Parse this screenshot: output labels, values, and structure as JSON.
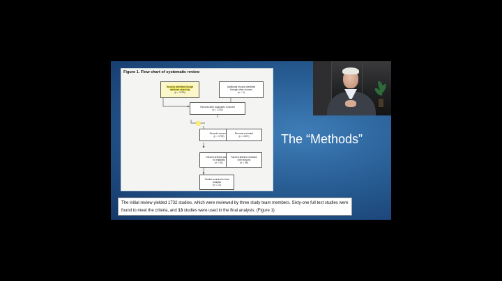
{
  "slide": {
    "figure_title": "Figure 1. Flow chart of systematic review",
    "flowchart": {
      "database_records": [
        "Records identified through",
        "database searching",
        "(n = 1730)"
      ],
      "other_records": [
        "Additional records identified",
        "through other sources",
        "(n = 2)"
      ],
      "after_duplicates": [
        "Records after duplicates removed",
        "(n = 1732)"
      ],
      "screened": [
        "Records screened",
        "(n = 1732)"
      ],
      "excluded": [
        "Records excluded",
        "(n = 1671)"
      ],
      "fulltext_assessed": [
        "Full-text articles assessed",
        "for eligibility",
        "(n = 61)"
      ],
      "fulltext_excluded": [
        "Full-text articles excluded,",
        "with reasons",
        "(n = 48)"
      ],
      "included": [
        "Studies included in final",
        "analysis",
        "(n = 13)"
      ]
    },
    "heading": "The “Methods”",
    "caption": {
      "part1": "The initial review yielded 1732 studies, which were reviewed by three study team members. Sixty-one full text studies were found to meet the criteria, and ",
      "bold": "13",
      "part2": " studies were used in the final analysis. (Figure 1)"
    }
  },
  "colors": {
    "background": "#000000",
    "slide_blue": "#275d93",
    "highlight_yellow": "#f6ee6a"
  }
}
